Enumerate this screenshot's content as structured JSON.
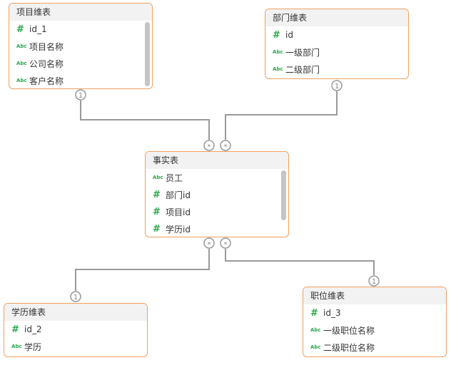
{
  "tables": {
    "project_dim": {
      "title": "项目维表",
      "fields": [
        {
          "icon": "number-type-icon",
          "glyph": "#",
          "label": "id_1"
        },
        {
          "icon": "text-type-icon",
          "glyph": "Abc",
          "label": "项目名称"
        },
        {
          "icon": "text-type-icon",
          "glyph": "Abc",
          "label": "公司名称"
        },
        {
          "icon": "text-type-icon",
          "glyph": "Abc",
          "label": "客户名称"
        }
      ]
    },
    "dept_dim": {
      "title": "部门维表",
      "fields": [
        {
          "icon": "number-type-icon",
          "glyph": "#",
          "label": "id"
        },
        {
          "icon": "text-type-icon",
          "glyph": "Abc",
          "label": "一级部门"
        },
        {
          "icon": "text-type-icon",
          "glyph": "Abc",
          "label": "二级部门"
        }
      ]
    },
    "fact": {
      "title": "事实表",
      "fields": [
        {
          "icon": "text-type-icon",
          "glyph": "Abc",
          "label": "员工"
        },
        {
          "icon": "number-type-icon",
          "glyph": "#",
          "label": "部门id"
        },
        {
          "icon": "number-type-icon",
          "glyph": "#",
          "label": "项目id"
        },
        {
          "icon": "number-type-icon",
          "glyph": "#",
          "label": "学历id"
        }
      ]
    },
    "edu_dim": {
      "title": "学历维表",
      "fields": [
        {
          "icon": "number-type-icon",
          "glyph": "#",
          "label": "id_2"
        },
        {
          "icon": "text-type-icon",
          "glyph": "Abc",
          "label": "学历"
        }
      ]
    },
    "position_dim": {
      "title": "职位维表",
      "fields": [
        {
          "icon": "number-type-icon",
          "glyph": "#",
          "label": "id_3"
        },
        {
          "icon": "text-type-icon",
          "glyph": "Abc",
          "label": "一级职位名称"
        },
        {
          "icon": "text-type-icon",
          "glyph": "Abc",
          "label": "二级职位名称"
        }
      ]
    }
  },
  "cardinality": {
    "one": "1",
    "many": "*"
  },
  "colors": {
    "table_border": "#f0a060",
    "type_icon": "#2aa84a",
    "connector": "#999999"
  }
}
